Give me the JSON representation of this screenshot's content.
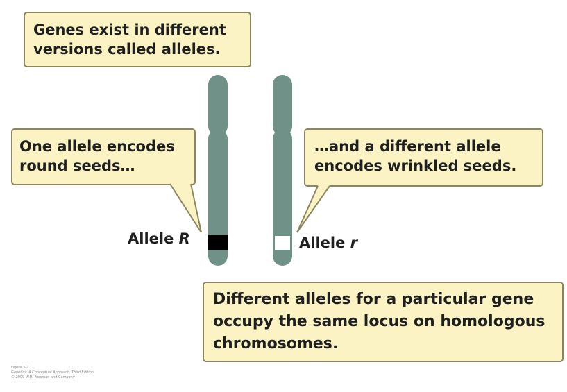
{
  "callouts": {
    "top": [
      "Genes exist in different",
      "versions called alleles."
    ],
    "left": [
      "One allele encodes",
      "round seeds…"
    ],
    "right": [
      "…and a different allele",
      "encodes wrinkled seeds."
    ],
    "bottom": [
      "Different alleles for a particular gene",
      "occupy the same locus on homologous",
      "chromosomes."
    ]
  },
  "alleles": {
    "left": {
      "prefix": "Allele ",
      "symbol": "R"
    },
    "right": {
      "prefix": "Allele ",
      "symbol": "r"
    }
  },
  "caption": {
    "figure": "Figure 3-2",
    "book": "Genetics: A Conceptual Approach, Third Edition",
    "copyright": "© 2009 W.H. Freeman and Company"
  },
  "colors": {
    "chromosome": "#6f9188",
    "callout_fill": "#fcf3c4",
    "callout_border": "#8a8660",
    "allele_R_band": "#000000",
    "allele_r_band": "#ffffff"
  }
}
